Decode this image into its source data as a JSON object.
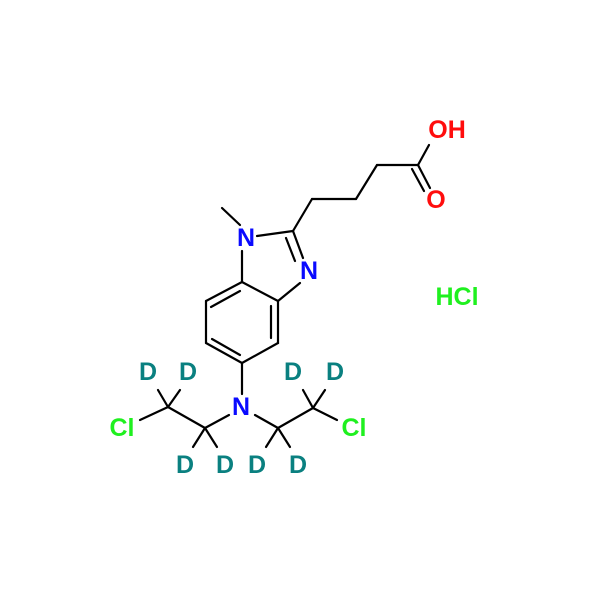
{
  "molecule": {
    "labels": {
      "oh": "OH",
      "o": "O",
      "n1": "N",
      "n3": "N",
      "n_amine": "N",
      "cl_left": "Cl",
      "cl_right": "Cl",
      "d": "D",
      "salt": "HCl"
    },
    "colors": {
      "oxygen": "#ff0d0d",
      "nitrogen": "#0a0aff",
      "chlorine": "#1ff01f",
      "deuterium": "#0a8080",
      "bond": "#000000"
    }
  }
}
